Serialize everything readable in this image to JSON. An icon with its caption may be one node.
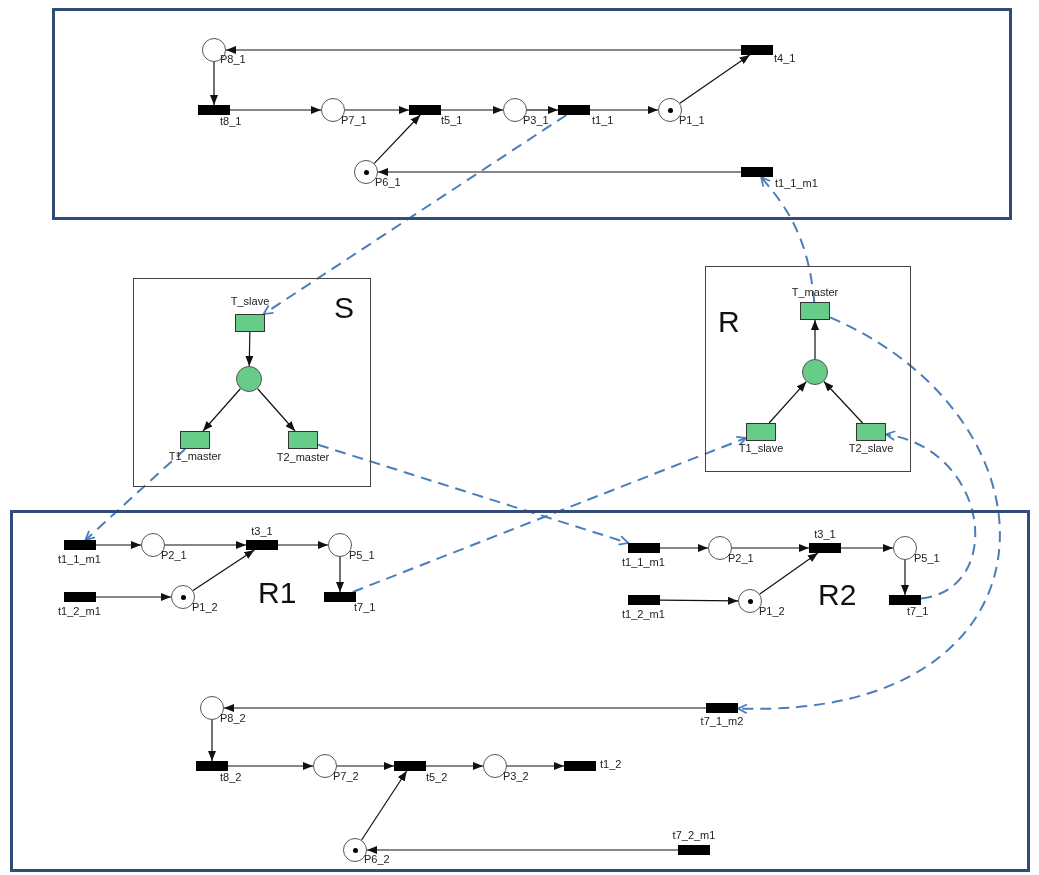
{
  "diagram": {
    "nodes": [
      {
        "text": [],
        "shape": "box"
      },
      {
        "text": [],
        "shape": "circle",
        "in": 0,
        "beside": [
          "P8_1"
        ]
      },
      {
        "text": [],
        "shape": "bar",
        "in": 0,
        "beside": [
          "t8_1"
        ]
      },
      {
        "text": [],
        "shape": "circle",
        "in": 0,
        "beside": [
          "P7_1"
        ]
      },
      {
        "text": [],
        "shape": "bar",
        "in": 0,
        "beside": [
          "t5_1"
        ]
      },
      {
        "text": [],
        "shape": "circle",
        "in": 0,
        "beside": [
          "P3_1"
        ]
      },
      {
        "text": [],
        "shape": "bar",
        "in": 0,
        "beside": [
          "t1_1"
        ]
      },
      {
        "text": [],
        "shape": "circle",
        "in": 0,
        "beside": [
          "P1_1"
        ]
      },
      {
        "text": [],
        "shape": "bar",
        "in": 0,
        "beside": [
          "t4_1"
        ]
      },
      {
        "text": [],
        "shape": "circle",
        "in": 0,
        "beside": [
          "P6_1"
        ]
      },
      {
        "text": [],
        "shape": "bar",
        "in": 0,
        "beside": [
          "t1_1_m1"
        ]
      },
      {
        "text": [
          "S"
        ]
      },
      {
        "text": [],
        "shape": "box",
        "in": 11,
        "beside": [
          "T_slave"
        ]
      },
      {
        "text": [],
        "shape": "circle",
        "in": 11
      },
      {
        "text": [],
        "shape": "box",
        "in": 11,
        "beside": [
          "T1_master"
        ]
      },
      {
        "text": [],
        "shape": "box",
        "in": 11,
        "beside": [
          "T2_master"
        ]
      },
      {
        "text": [
          "R"
        ]
      },
      {
        "text": [],
        "shape": "box",
        "in": 16,
        "beside": [
          "T_master"
        ]
      },
      {
        "text": [],
        "shape": "circle",
        "in": 16
      },
      {
        "text": [],
        "shape": "box",
        "in": 16,
        "beside": [
          "T1_slave"
        ]
      },
      {
        "text": [],
        "shape": "box",
        "in": 16,
        "beside": [
          "T2_slave"
        ]
      },
      {
        "text": [],
        "shape": "box"
      },
      {
        "text": [],
        "shape": "bar",
        "in": 21,
        "beside": [
          "t1_1_m1"
        ]
      },
      {
        "text": [],
        "shape": "circle",
        "in": 21,
        "beside": [
          "P2_1"
        ]
      },
      {
        "text": [],
        "shape": "bar",
        "in": 21,
        "beside": [
          "t3_1"
        ]
      },
      {
        "text": [],
        "shape": "circle",
        "in": 21,
        "beside": [
          "P5_1"
        ]
      },
      {
        "text": [],
        "shape": "bar",
        "in": 21,
        "beside": [
          "t1_2_m1"
        ]
      },
      {
        "text": [],
        "shape": "circle",
        "in": 21,
        "beside": [
          "P1_2"
        ]
      },
      {
        "text": [],
        "shape": "bar",
        "in": 21,
        "beside": [
          "t7_1"
        ]
      },
      {
        "text": [],
        "shape": "bar",
        "in": 21,
        "beside": [
          "t1_1_m1"
        ]
      },
      {
        "text": [],
        "shape": "circle",
        "in": 21,
        "beside": [
          "P2_1"
        ]
      },
      {
        "text": [],
        "shape": "bar",
        "in": 21,
        "beside": [
          "t3_1"
        ]
      },
      {
        "text": [],
        "shape": "circle",
        "in": 21,
        "beside": [
          "P5_1"
        ]
      },
      {
        "text": [],
        "shape": "bar",
        "in": 21,
        "beside": [
          "t1_2_m1"
        ]
      },
      {
        "text": [],
        "shape": "circle",
        "in": 21,
        "beside": [
          "P1_2"
        ]
      },
      {
        "text": [],
        "shape": "bar",
        "in": 21,
        "beside": [
          "t7_1"
        ]
      },
      {
        "text": [],
        "shape": "circle",
        "in": 21,
        "beside": [
          "P8_2"
        ]
      },
      {
        "text": [],
        "shape": "bar",
        "in": 21,
        "beside": [
          "t7_1_m2"
        ]
      },
      {
        "text": [],
        "shape": "bar",
        "in": 21,
        "beside": [
          "t8_2"
        ]
      },
      {
        "text": [],
        "shape": "circle",
        "in": 21,
        "beside": [
          "P7_2"
        ]
      },
      {
        "text": [],
        "shape": "bar",
        "in": 21,
        "beside": [
          "t5_2"
        ]
      },
      {
        "text": [],
        "shape": "circle",
        "in": 21,
        "beside": [
          "P3_2"
        ]
      },
      {
        "text": [],
        "shape": "bar",
        "in": 21,
        "beside": [
          "t1_2"
        ]
      },
      {
        "text": [],
        "shape": "circle",
        "in": 21,
        "beside": [
          "P6_2"
        ]
      },
      {
        "text": [],
        "shape": "bar",
        "in": 21,
        "beside": [
          "t7_2_m1"
        ]
      }
    ],
    "edges": [
      {
        "from": 8,
        "to": 1,
        "arrow": "to"
      },
      {
        "from": 1,
        "to": 2,
        "arrow": "to"
      },
      {
        "from": 2,
        "to": 3,
        "arrow": "to"
      },
      {
        "from": 3,
        "to": 4,
        "arrow": "to"
      },
      {
        "from": 4,
        "to": 5,
        "arrow": "to"
      },
      {
        "from": 5,
        "to": 6,
        "arrow": "to"
      },
      {
        "from": 6,
        "to": 7,
        "arrow": "to"
      },
      {
        "from": 7,
        "to": 8,
        "arrow": "to"
      },
      {
        "from": 9,
        "to": 4,
        "arrow": "to"
      },
      {
        "from": 10,
        "to": 9,
        "arrow": "to"
      },
      {
        "from": 12,
        "to": 13,
        "arrow": "to"
      },
      {
        "from": 13,
        "to": 14,
        "arrow": "to"
      },
      {
        "from": 13,
        "to": 15,
        "arrow": "to"
      },
      {
        "from": 19,
        "to": 18,
        "arrow": "to"
      },
      {
        "from": 20,
        "to": 18,
        "arrow": "to"
      },
      {
        "from": 18,
        "to": 17,
        "arrow": "to"
      },
      {
        "from": 22,
        "to": 23,
        "arrow": "to"
      },
      {
        "from": 23,
        "to": 24,
        "arrow": "to"
      },
      {
        "from": 27,
        "to": 24,
        "arrow": "to"
      },
      {
        "from": 24,
        "to": 25,
        "arrow": "to"
      },
      {
        "from": 25,
        "to": 28,
        "arrow": "to"
      },
      {
        "from": 26,
        "to": 27,
        "arrow": "to"
      },
      {
        "from": 29,
        "to": 30,
        "arrow": "to"
      },
      {
        "from": 30,
        "to": 31,
        "arrow": "to"
      },
      {
        "from": 34,
        "to": 31,
        "arrow": "to"
      },
      {
        "from": 31,
        "to": 32,
        "arrow": "to"
      },
      {
        "from": 32,
        "to": 35,
        "arrow": "to"
      },
      {
        "from": 33,
        "to": 34,
        "arrow": "to"
      },
      {
        "from": 37,
        "to": 36,
        "arrow": "to"
      },
      {
        "from": 36,
        "to": 38,
        "arrow": "to"
      },
      {
        "from": 38,
        "to": 39,
        "arrow": "to"
      },
      {
        "from": 39,
        "to": 40,
        "arrow": "to"
      },
      {
        "from": 40,
        "to": 41,
        "arrow": "to"
      },
      {
        "from": 41,
        "to": 42,
        "arrow": "to"
      },
      {
        "from": 43,
        "to": 40,
        "arrow": "to"
      },
      {
        "from": 44,
        "to": 43,
        "arrow": "to"
      },
      {
        "from": 6,
        "to": 12,
        "arrow": "to",
        "style": "dashed",
        "color": "#4a7ebb"
      },
      {
        "from": 14,
        "to": 22,
        "arrow": "to",
        "style": "dashed",
        "color": "#4a7ebb"
      },
      {
        "from": 15,
        "to": 29,
        "arrow": "to",
        "style": "dashed",
        "color": "#4a7ebb"
      },
      {
        "from": 28,
        "to": 19,
        "arrow": "to",
        "style": "dashed",
        "color": "#4a7ebb"
      },
      {
        "from": 35,
        "to": 20,
        "arrow": "to",
        "style": "dashed",
        "color": "#4a7ebb"
      },
      {
        "from": 17,
        "to": 10,
        "arrow": "to",
        "style": "dashed",
        "color": "#4a7ebb"
      },
      {
        "from": 17,
        "to": 37,
        "arrow": "to",
        "style": "dashed",
        "color": "#4a7ebb"
      }
    ],
    "labels": [
      "R1",
      "R2"
    ]
  }
}
